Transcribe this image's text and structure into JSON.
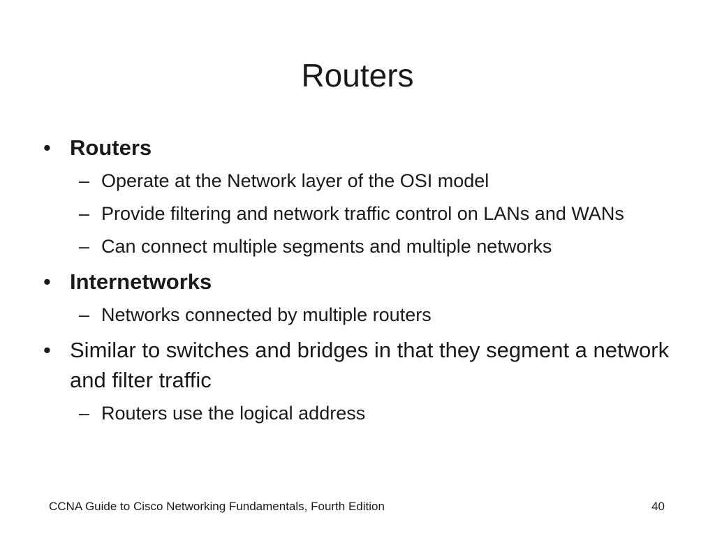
{
  "slide": {
    "title": "Routers",
    "bullets": [
      {
        "marker": "•",
        "text": "Routers",
        "subs": [
          "Operate at the Network layer of the OSI model",
          "Provide filtering and network traffic control on LANs and WANs",
          "Can connect multiple segments and multiple networks"
        ]
      },
      {
        "marker": "•",
        "text": "Internetworks",
        "subs": [
          "Networks connected by multiple routers"
        ]
      },
      {
        "marker": "•",
        "text": "Similar to switches and bridges in that they segment a network and filter traffic",
        "subs": [
          "Routers use the logical address"
        ]
      }
    ],
    "sub_marker": "–"
  },
  "footer": {
    "source": "CCNA Guide to Cisco Networking Fundamentals, Fourth Edition",
    "page_number": "40"
  }
}
